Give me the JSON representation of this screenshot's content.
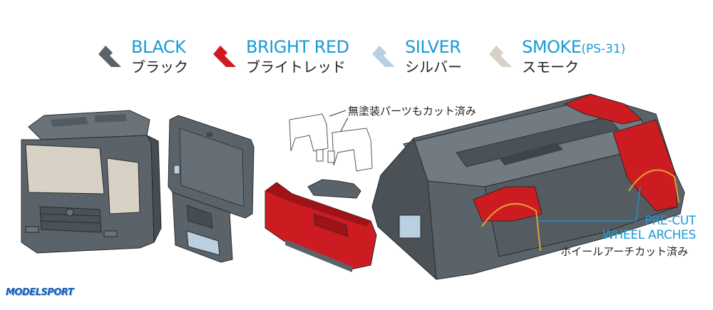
{
  "legend": [
    {
      "name_en": "BLACK",
      "code": "",
      "name_jp": "ブラック",
      "swatch_color": "#5b636a",
      "text_color": "#1a9ad6"
    },
    {
      "name_en": "BRIGHT RED",
      "code": "",
      "name_jp": "ブライトレッド",
      "swatch_color": "#cc1c22",
      "text_color": "#1a9ad6"
    },
    {
      "name_en": "SILVER",
      "code": "",
      "name_jp": "シルバー",
      "swatch_color": "#b9d0e1",
      "text_color": "#1a9ad6"
    },
    {
      "name_en": "SMOKE",
      "code": "(PS-31)",
      "name_jp": "スモーク",
      "swatch_color": "#d8d1c6",
      "text_color": "#1a9ad6"
    }
  ],
  "callouts": {
    "unpainted_precut_jp": "無塗装パーツもカット済み",
    "wheel_arches_en_line1": "PRE-CUT",
    "wheel_arches_en_line2": "WHEEL ARCHES",
    "wheel_arches_jp": "ホイールアーチカット済み"
  },
  "watermark": "MODELSPORT",
  "colors": {
    "black": "#5b636a",
    "black_dark": "#3e4449",
    "red": "#cc1c22",
    "red_dark": "#9e1218",
    "silver": "#b9d0e1",
    "smoke": "#d8d1c6",
    "outline": "#2a2a2a",
    "cut_line": "#e0a032",
    "leader": "#1a9ad6"
  }
}
